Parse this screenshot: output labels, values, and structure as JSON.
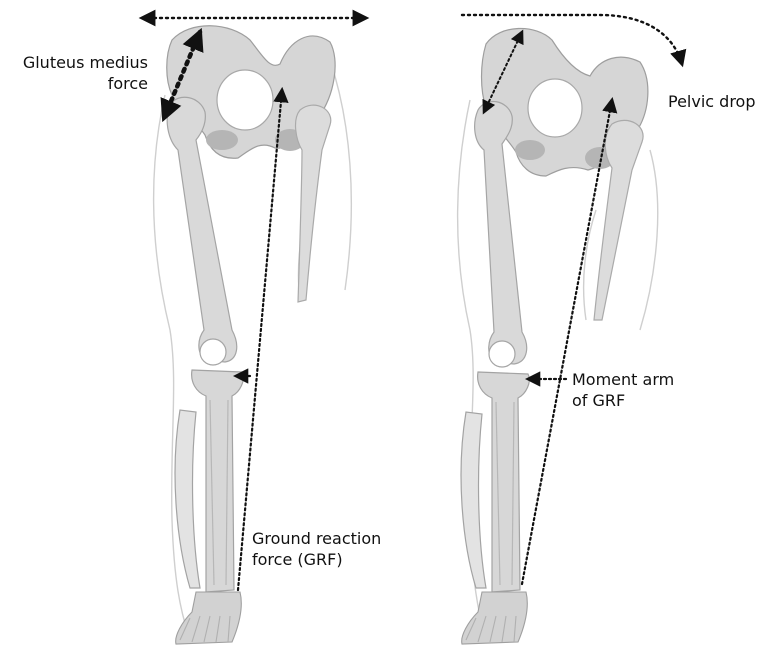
{
  "labels": {
    "gluteus_line1": "Gluteus medius",
    "gluteus_line2": "force",
    "pelvic_drop": "Pelvic drop",
    "moment_line1": "Moment arm",
    "moment_line2": "of GRF",
    "grf_line1": "Ground reaction",
    "grf_line2": "force (GRF)"
  },
  "colors": {
    "bone": "#c9c9c9",
    "bone_shade": "#a9a9a9",
    "outline": "#bdbdbd",
    "arrow": "#111111"
  },
  "figures": [
    {
      "name": "left-figure",
      "state": "balanced pelvis"
    },
    {
      "name": "right-figure",
      "state": "pelvic drop"
    }
  ]
}
